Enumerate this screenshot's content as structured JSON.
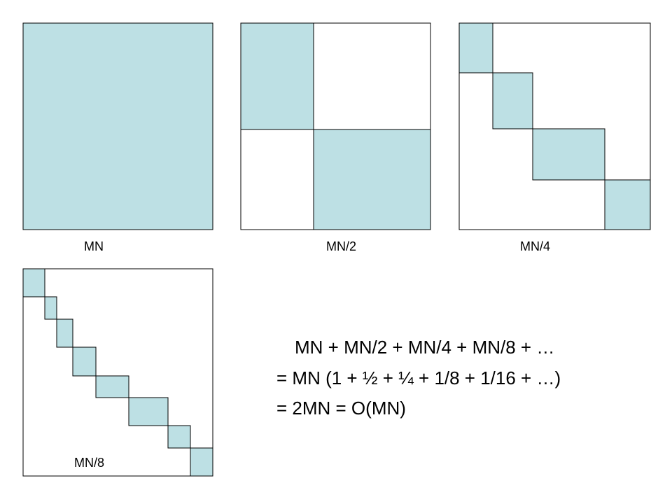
{
  "fill_color": "#bde0e4",
  "stroke_color": "#000000",
  "panels": [
    {
      "label": "MN",
      "blocks": 1
    },
    {
      "label": "MN/2",
      "blocks": 2
    },
    {
      "label": "MN/4",
      "blocks": 4
    },
    {
      "label": "MN/8",
      "blocks": 8
    }
  ],
  "equation": {
    "line1": "MN + MN/2 + MN/4 + MN/8 + …",
    "line2": "= MN (1 + ½ + ¼ + 1/8 + 1/16 + …)",
    "line3": "= 2MN = O(MN)"
  }
}
